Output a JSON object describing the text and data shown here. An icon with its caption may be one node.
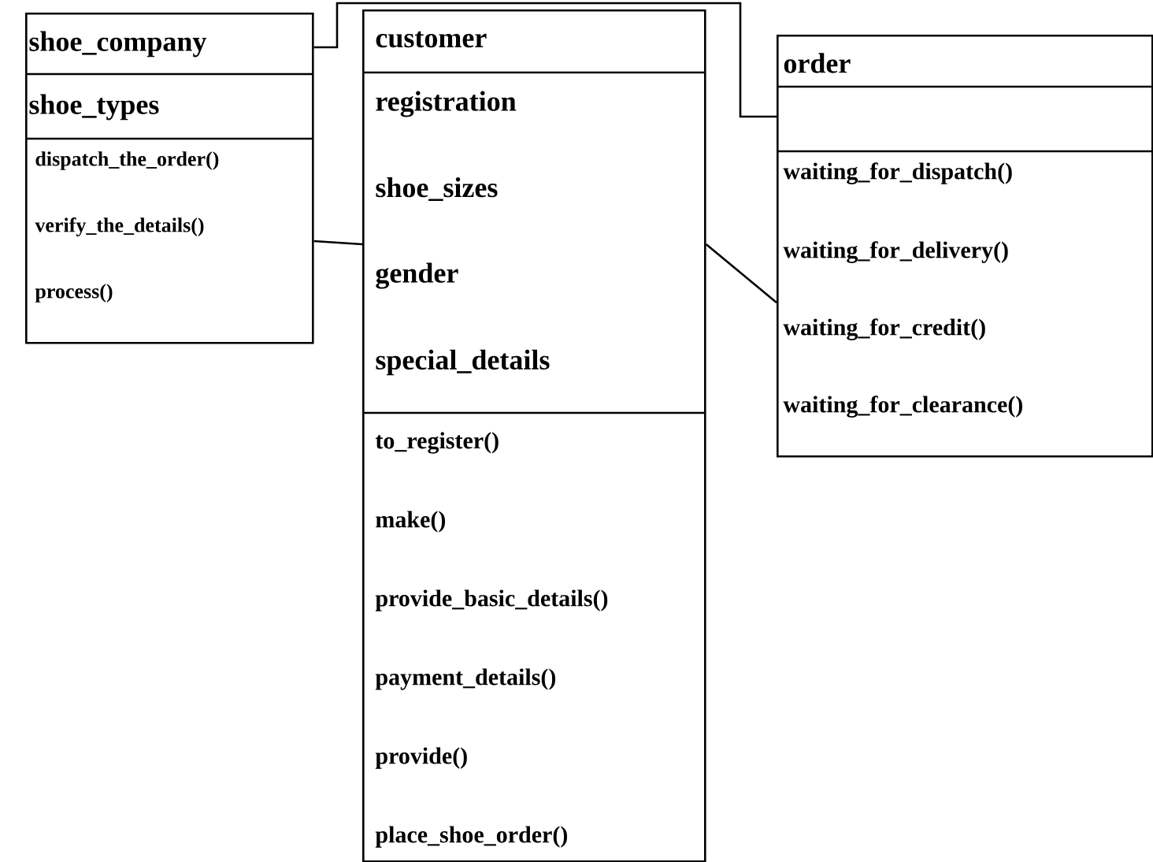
{
  "diagram": {
    "nodes": [
      {
        "text": [
          "shoe_company",
          "shoe_types",
          "dispatch_the_order()",
          "verify_the_details()",
          "process()"
        ]
      },
      {
        "text": [
          "customer",
          "registration",
          "shoe_sizes",
          "gender",
          "special_details",
          "to_register()",
          "make()",
          "provide_basic_details()",
          "payment_details()",
          "provide()",
          "place_shoe_order()"
        ]
      },
      {
        "text": [
          "order",
          "waiting_for_dispatch()",
          "waiting_for_delivery()",
          "waiting_for_credit()",
          "waiting_for_clearance()"
        ]
      }
    ],
    "edges": [
      {
        "from": 0,
        "to": 2,
        "arrow": "none"
      },
      {
        "from": 0,
        "to": 1,
        "arrow": "none"
      },
      {
        "from": 1,
        "to": 2,
        "arrow": "none"
      }
    ]
  }
}
